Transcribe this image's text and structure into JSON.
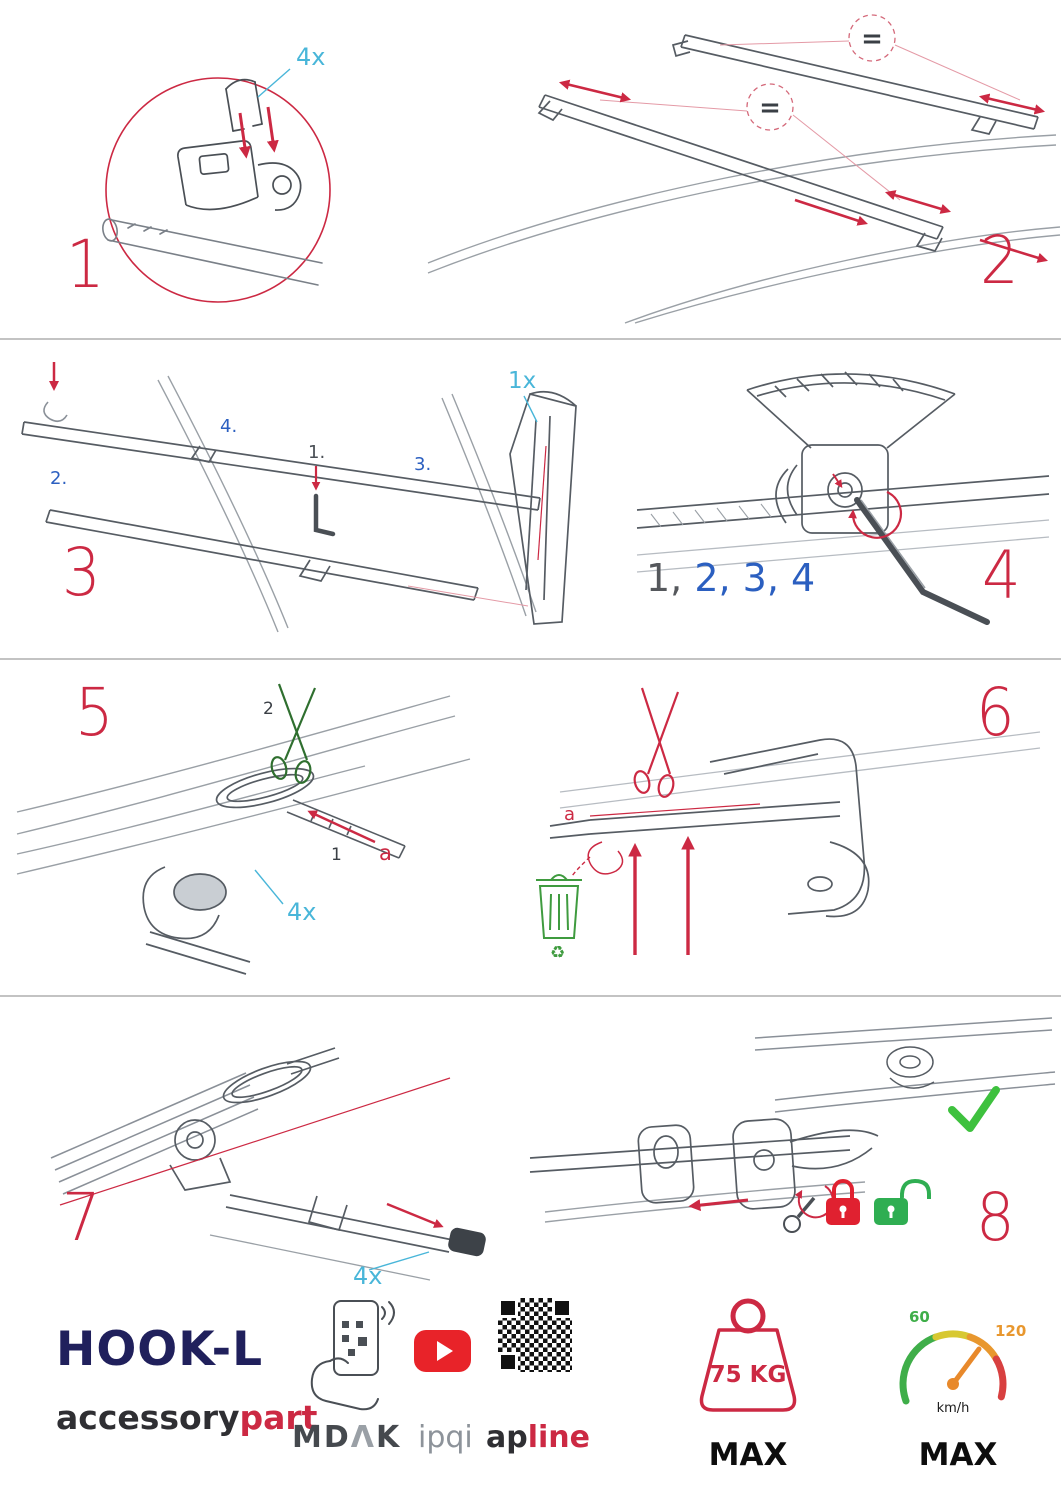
{
  "colors": {
    "accent_red": "#cc2943",
    "accent_cyan": "#49b6d9",
    "accent_blue": "#2b5fc0",
    "accent_green": "#3aa83a",
    "brand_navy": "#20205c"
  },
  "steps": {
    "s1": {
      "number": "1",
      "qty": "4x"
    },
    "s2": {
      "number": "2",
      "equal_top": "=",
      "equal_bottom": "="
    },
    "s3": {
      "number": "3",
      "qty": "1x",
      "callout_1": "1.",
      "callout_2": "2.",
      "callout_3": "3.",
      "callout_4": "4."
    },
    "s4": {
      "number": "4",
      "sequence_done": "1,",
      "sequence_rest": " 2, 3, 4"
    },
    "s5": {
      "number": "5",
      "cut_step": "2",
      "insert_step": "1",
      "strap_label": "a",
      "qty": "4x"
    },
    "s6": {
      "number": "6",
      "strap_label": "a",
      "recycle_symbol": "♻"
    },
    "s7": {
      "number": "7",
      "qty": "4x"
    },
    "s8": {
      "number": "8"
    }
  },
  "footer": {
    "product_name": "HOOK-L",
    "brand_black": "accessory",
    "brand_red": "part",
    "logo_mdak_1": "MD",
    "logo_mdak_2": "Λ",
    "logo_mdak_3": "K",
    "logo_ipqi": "ipqi",
    "logo_apline_1": "ap",
    "logo_apline_2": "line",
    "weight_value": "75 KG",
    "weight_max": "MAX",
    "gauge_low": "60",
    "gauge_high": "120",
    "gauge_unit": "km/h",
    "gauge_max": "MAX"
  }
}
